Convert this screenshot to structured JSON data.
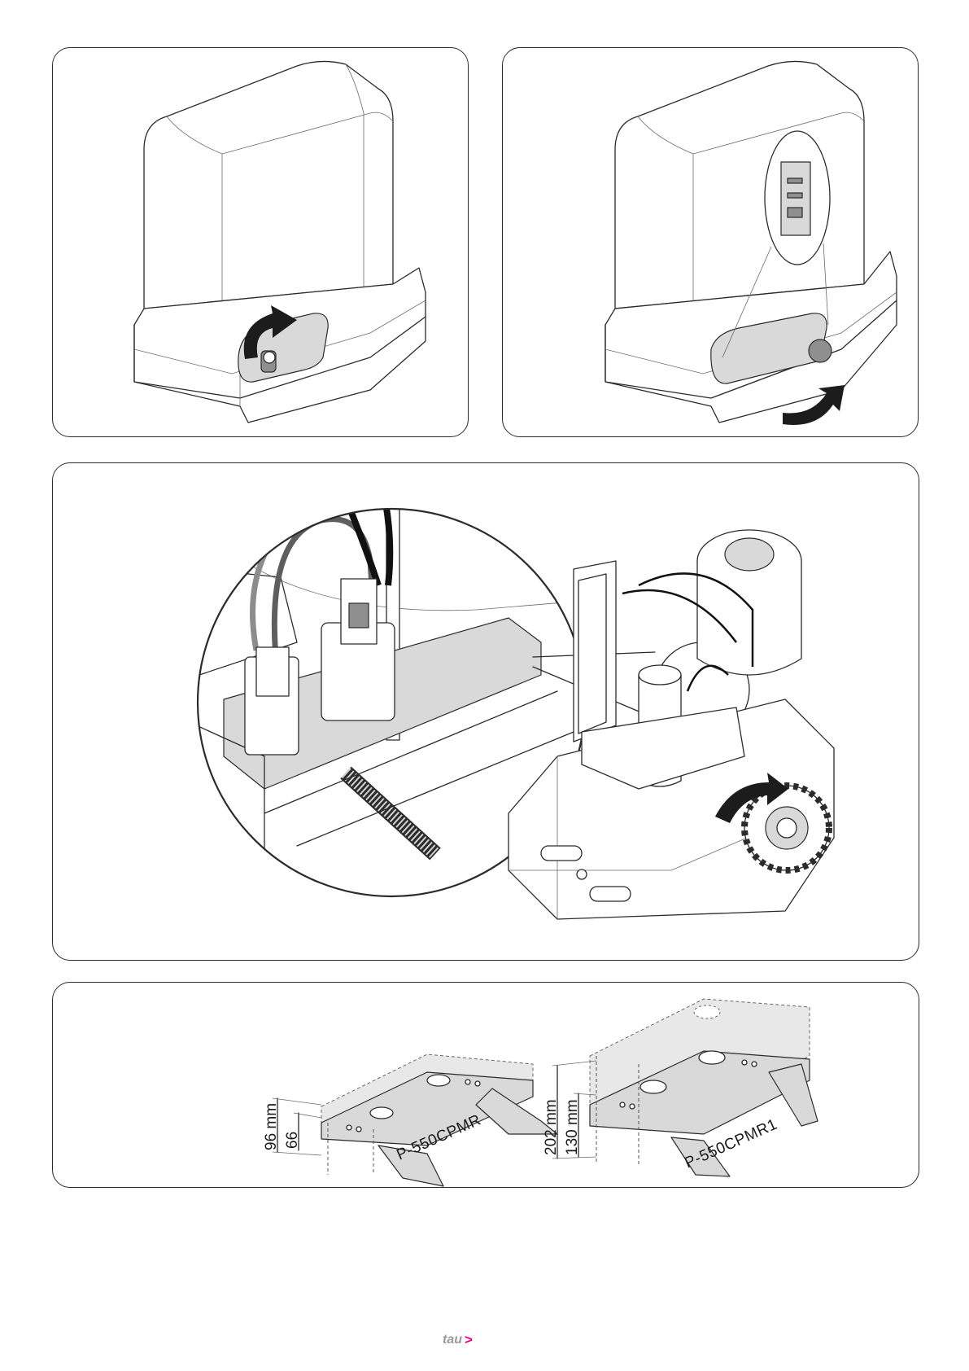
{
  "figures": {
    "bracket_small": {
      "dimension_total": "96 mm",
      "dimension_inner": "66",
      "part_code": "P-550CPMR"
    },
    "bracket_large": {
      "dimension_total": "202 mm",
      "dimension_inner": "130 mm",
      "part_code": "P-550CPMR1"
    }
  },
  "footer": {
    "logo_text": "tau",
    "logo_chevron": ">"
  },
  "colors": {
    "outline": "#2b2b2b",
    "logo_gray": "#9a9a9a",
    "logo_accent": "#e6007e"
  }
}
